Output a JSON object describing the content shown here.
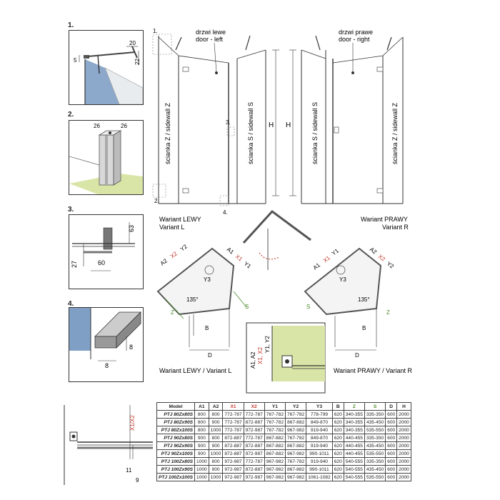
{
  "steps": [
    "1.",
    "2.",
    "3.",
    "4."
  ],
  "detail1": {
    "d20": "20",
    "d5": "5",
    "d22": "22"
  },
  "detail2": {
    "d26a": "26",
    "d26b": "26"
  },
  "detail3": {
    "d63": "63",
    "d27": "27",
    "d60": "60"
  },
  "detail4": {
    "d8a": "8",
    "d8b": "8"
  },
  "front": {
    "door_left_pl": "drzwi lewe",
    "door_left_en": "door - left",
    "door_right_pl": "drzwi prawe",
    "door_right_en": "door - right",
    "wall_z": "ścianka Z / sidewall Z",
    "wall_s": "ścianka S / sidewall S",
    "h": "H",
    "call1": "1.",
    "call2": "2.",
    "call3": "3.",
    "call4": "4."
  },
  "plan": {
    "variant_left_pl": "Wariant LEWY",
    "variant_left_en": "Variant L",
    "variant_right_pl": "Wariant PRAWY",
    "variant_right_en": "Variant R",
    "bottom_left": "Wariant LEWY / Variant L",
    "bottom_right": "Wariant PRAWY / Variant R",
    "a1": "A1",
    "a2": "A2",
    "x1": "X1",
    "x2": "X2",
    "y1": "Y1",
    "y2": "Y2",
    "y3": "Y3",
    "z": "Z",
    "s": "S",
    "b": "B",
    "d": "D",
    "angle": "135°"
  },
  "detail_a": {
    "a1a2": "A1, A2",
    "x1x2": "X1, X2",
    "y1y2": "Y1, Y2"
  },
  "detail_b": {
    "x1x2": "X1/X2",
    "d11": "11",
    "d9": "9"
  },
  "colors": {
    "red": "#c0392b",
    "green": "#4a8a2a",
    "glass": "#7f9fc4",
    "floor": "#d9e5a6"
  },
  "table": {
    "headers": [
      "Model",
      "A1",
      "A2",
      "X1",
      "X2",
      "Y1",
      "Y2",
      "Y3",
      "B",
      "Z",
      "S",
      "D",
      "H"
    ],
    "rows": [
      [
        "PTJ 80Zx80S",
        "800",
        "800",
        "772-787",
        "772-787",
        "767-782",
        "767-782",
        "778-799",
        "620",
        "340-355",
        "335-350",
        "600",
        "2000"
      ],
      [
        "PTJ 80Zx90S",
        "800",
        "900",
        "772-787",
        "872-887",
        "767-782",
        "867-882",
        "849-870",
        "620",
        "340-355",
        "435-450",
        "600",
        "2000"
      ],
      [
        "PTJ 80Zx100S",
        "800",
        "1000",
        "772-787",
        "972-987",
        "767-782",
        "967-982",
        "919-940",
        "620",
        "340-355",
        "535-550",
        "600",
        "2000"
      ],
      [
        "PTJ 90Zx80S",
        "900",
        "800",
        "872-887",
        "772-787",
        "867-882",
        "767-782",
        "849-870",
        "620",
        "440-455",
        "335-350",
        "600",
        "2000"
      ],
      [
        "PTJ 90Zx90S",
        "900",
        "900",
        "872-887",
        "872-887",
        "867-882",
        "867-882",
        "919-940",
        "620",
        "440-455",
        "435-450",
        "600",
        "2000"
      ],
      [
        "PTJ 90Zx100S",
        "900",
        "1000",
        "872-887",
        "972-987",
        "867-882",
        "967-982",
        "990-1011",
        "620",
        "440-455",
        "535-550",
        "600",
        "2000"
      ],
      [
        "PTJ 100Zx80S",
        "1000",
        "800",
        "972-987",
        "772-787",
        "967-982",
        "767-782",
        "919-940",
        "620",
        "540-555",
        "335-350",
        "600",
        "2000"
      ],
      [
        "PTJ 100Zx90S",
        "1000",
        "900",
        "972-987",
        "872-887",
        "967-982",
        "867-882",
        "990-1011",
        "620",
        "540-555",
        "435-450",
        "600",
        "2000"
      ],
      [
        "PTJ 100Zx100S",
        "1000",
        "1000",
        "972-987",
        "972-987",
        "967-982",
        "967-982",
        "1061-1082",
        "620",
        "540-555",
        "535-550",
        "600",
        "2000"
      ]
    ]
  }
}
